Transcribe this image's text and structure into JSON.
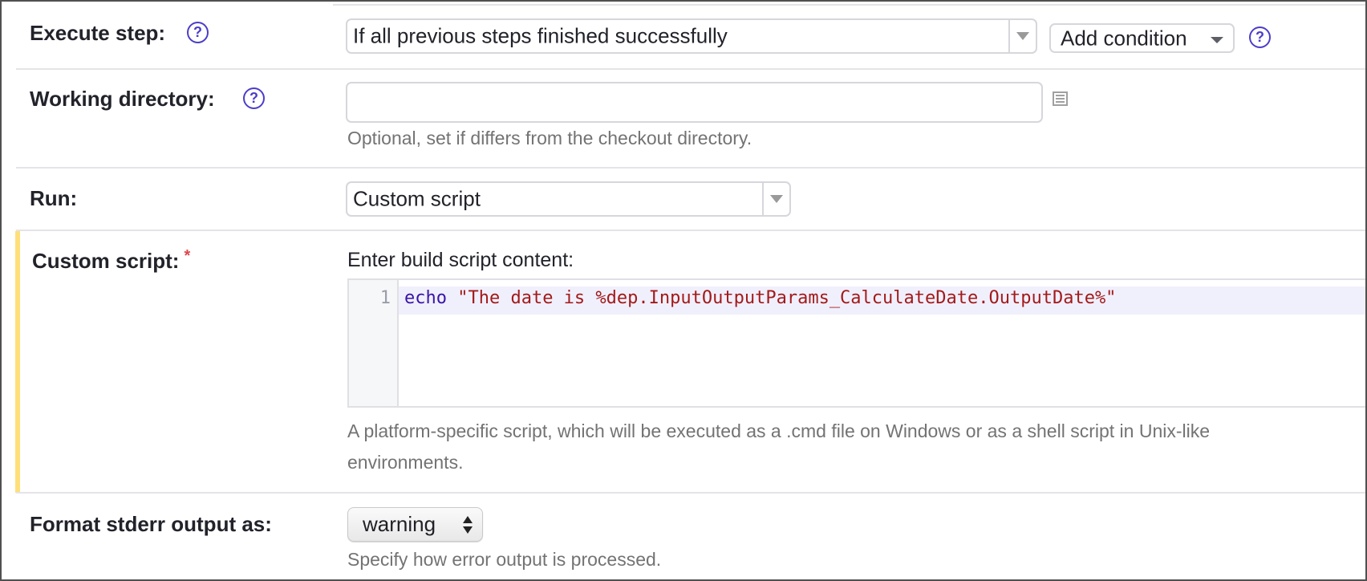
{
  "execute_step": {
    "label": "Execute step:",
    "help_icon": "question-circle-icon",
    "selected": "If all previous steps finished successfully",
    "add_condition_label": "Add condition",
    "help_icon_right": "question-circle-icon"
  },
  "working_directory": {
    "label": "Working directory:",
    "help_icon": "question-circle-icon",
    "value": "",
    "placeholder": "",
    "picker_icon": "list-icon",
    "hint": "Optional, set if differs from the checkout directory."
  },
  "run": {
    "label": "Run:",
    "selected": "Custom script"
  },
  "custom_script": {
    "label": "Custom script:",
    "required_mark": "*",
    "editor_label": "Enter build script content:",
    "lines": [
      {
        "number": "1",
        "keyword": "echo",
        "string": "\"The date is %dep.InputOutputParams_CalculateDate.OutputDate%\""
      }
    ],
    "hint_line1": "A platform-specific script, which will be executed as a .cmd file on Windows or as a shell script in Unix-like",
    "hint_line2": "environments."
  },
  "format_stderr": {
    "label": "Format stderr output as:",
    "selected": "warning",
    "hint": "Specify how error output is processed."
  },
  "colors": {
    "help_accent": "#4b3dc9",
    "required": "#e0444d",
    "highlight_bar": "#ffdf7a",
    "code_keyword": "#3a14a8",
    "code_string": "#a31a1a"
  }
}
